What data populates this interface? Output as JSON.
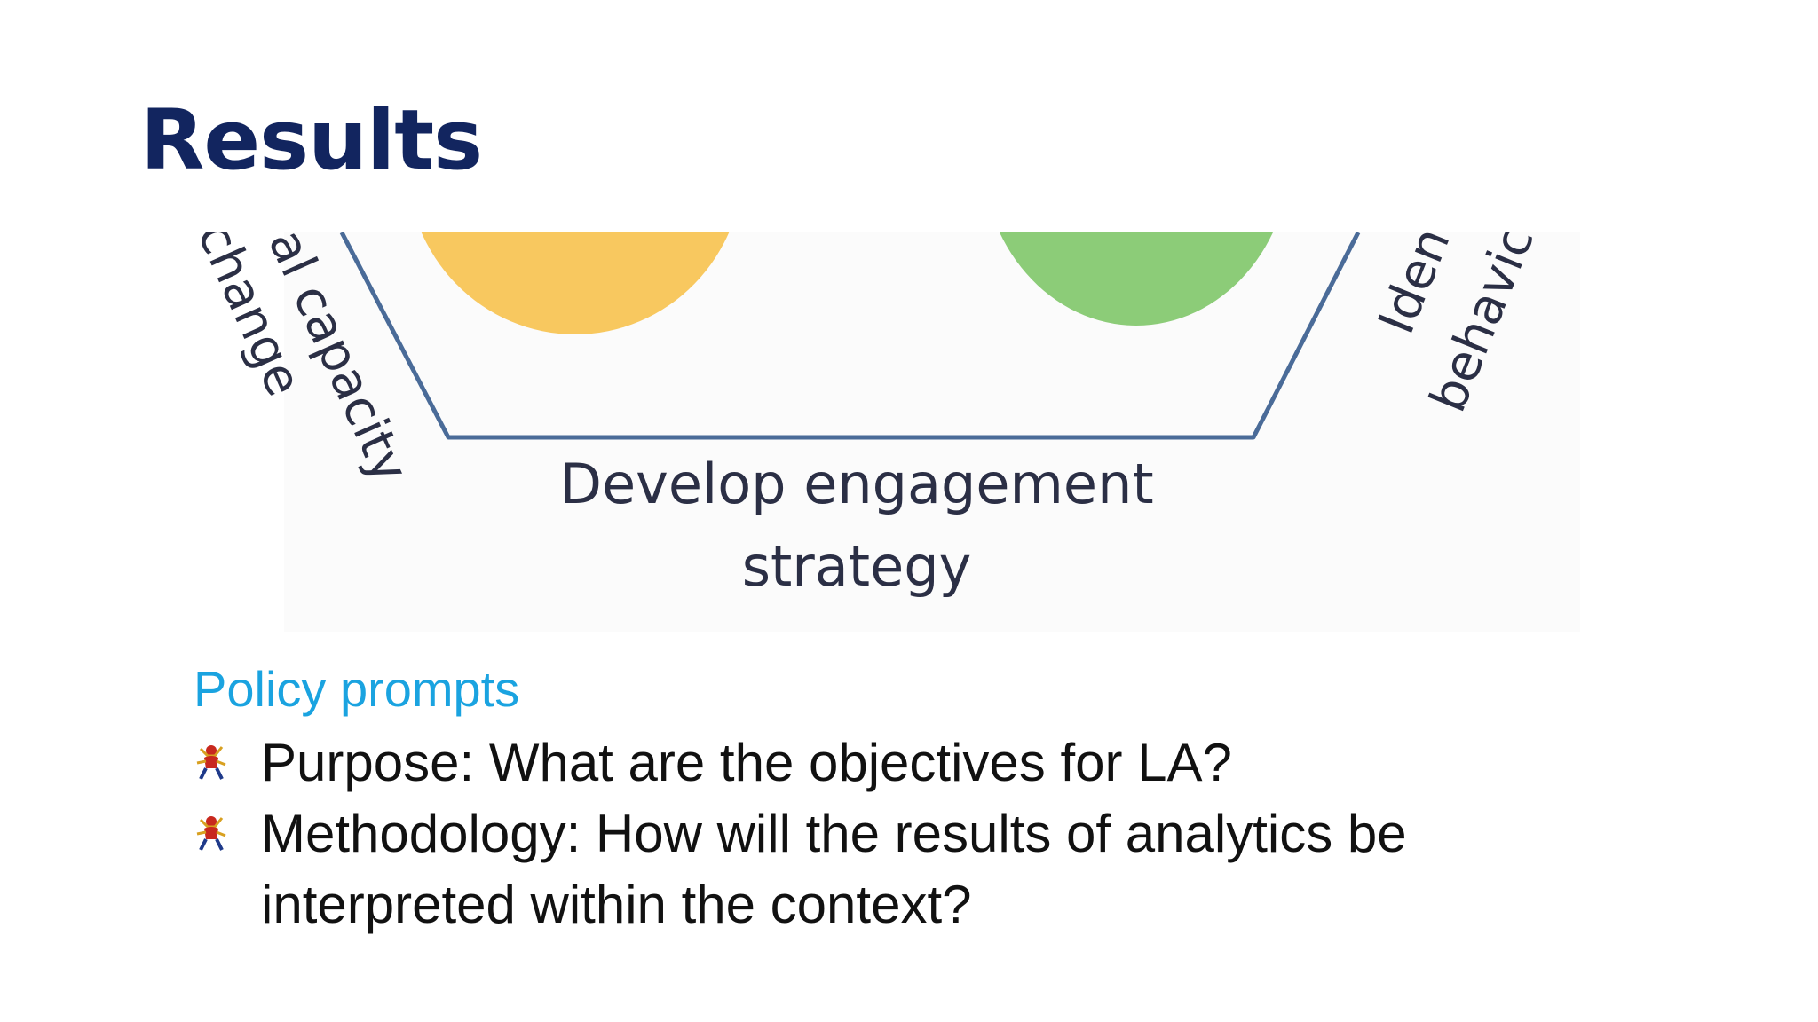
{
  "slide": {
    "title": "Results"
  },
  "diagram": {
    "left_label_line1": "al capacity",
    "left_label_line2": "change",
    "bottom_label_line1": "Develop engagement",
    "bottom_label_line2": "strategy",
    "right_label_line1": "Iden",
    "right_label_line2": "behavic",
    "colors": {
      "outline": "#4a6b98",
      "yellow_circle": "#f8c85f",
      "green_circle": "#8ccc78"
    }
  },
  "policy": {
    "heading": "Policy prompts",
    "bullet_icon": "figure-bullet-icon",
    "items": [
      {
        "text": "Purpose: What are the objectives for LA?"
      },
      {
        "text": "Methodology: How will the results of analytics be interpreted within the context?"
      }
    ]
  }
}
